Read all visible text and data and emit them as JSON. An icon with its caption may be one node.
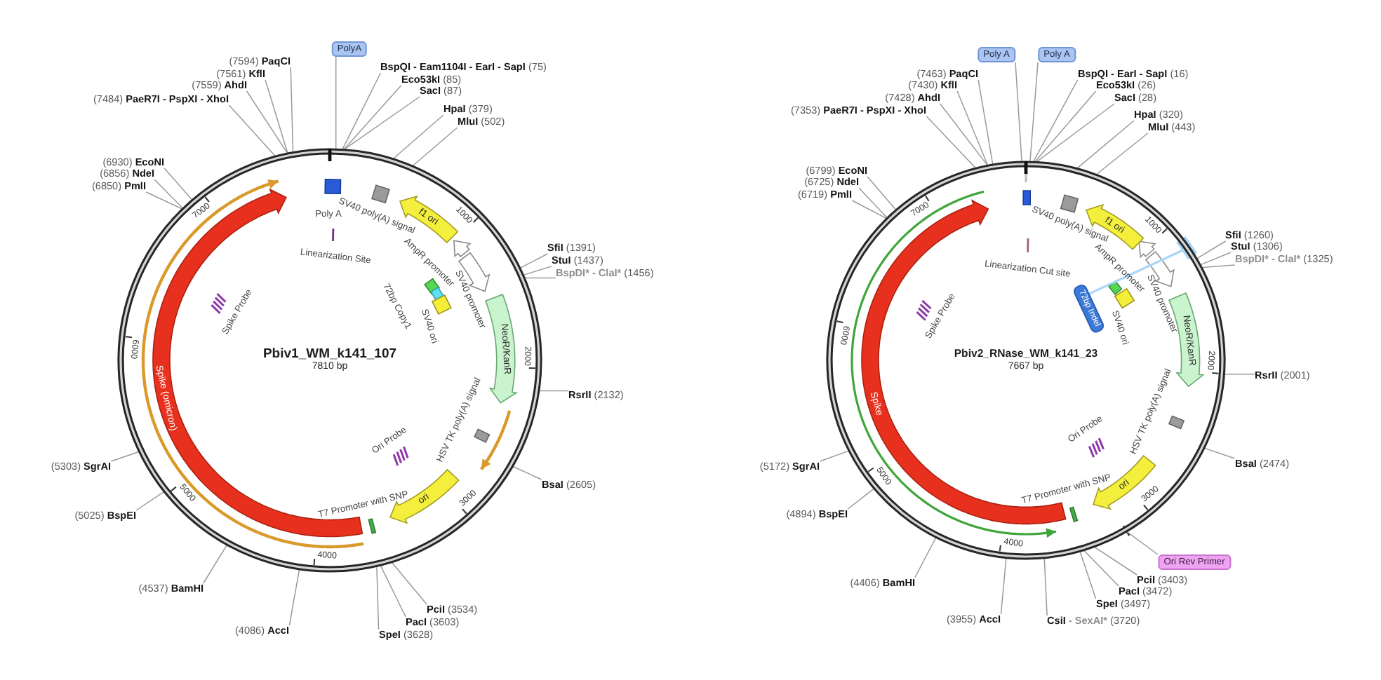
{
  "diagram": {
    "nodes": [
      {
        "text": [
          "Pbiv1_WM_k141_107",
          "7810 bp"
        ]
      },
      {
        "text": [
          "f1 ori"
        ],
        "in": 0
      },
      {
        "text": [
          "NeoR/KanR"
        ],
        "in": 0
      },
      {
        "text": [
          "ori"
        ],
        "in": 0
      },
      {
        "text": [
          "Spike (omicron)"
        ],
        "in": 0
      },
      {
        "text": [
          "PolyA"
        ]
      },
      {
        "text": [
          "(7594)",
          "PaqCI"
        ]
      },
      {
        "text": [
          "(7561)",
          "KflI"
        ]
      },
      {
        "text": [
          "(7559)",
          "AhdI"
        ]
      },
      {
        "text": [
          "(7484)",
          "PaeR7I - PspXI - XhoI"
        ]
      },
      {
        "text": [
          "BspQI - Eam1104I - EarI - SapI",
          "(75)"
        ]
      },
      {
        "text": [
          "Eco53kI",
          "(85)"
        ]
      },
      {
        "text": [
          "SacI",
          "(87)"
        ]
      },
      {
        "text": [
          "HpaI",
          "(379)"
        ]
      },
      {
        "text": [
          "MluI",
          "(502)"
        ]
      },
      {
        "text": [
          "(6930)",
          "EcoNI"
        ]
      },
      {
        "text": [
          "(6856)",
          "NdeI"
        ]
      },
      {
        "text": [
          "(6850)",
          "PmlI"
        ]
      },
      {
        "text": [
          "SfiI",
          "(1391)"
        ]
      },
      {
        "text": [
          "StuI",
          "(1437)"
        ]
      },
      {
        "text": [
          "BspDI* - ClaI*",
          "(1456)"
        ]
      },
      {
        "text": [
          "RsrII",
          "(2132)"
        ]
      },
      {
        "text": [
          "(5303)",
          "SgrAI"
        ]
      },
      {
        "text": [
          "BsaI",
          "(2605)"
        ]
      },
      {
        "text": [
          "(5025)",
          "BspEI"
        ]
      },
      {
        "text": [
          "(4537)",
          "BamHI"
        ]
      },
      {
        "text": [
          "PciI",
          "(3534)"
        ]
      },
      {
        "text": [
          "PacI",
          "(3603)"
        ]
      },
      {
        "text": [
          "SpeI",
          "(3628)"
        ]
      },
      {
        "text": [
          "(4086)",
          "AccI"
        ]
      },
      {
        "text": [
          "Pbiv2_RNase_WM_k141_23",
          "7667 bp"
        ]
      },
      {
        "text": [
          "f1 ori"
        ],
        "in": 30
      },
      {
        "text": [
          "72bp Indel"
        ],
        "in": 30
      },
      {
        "text": [
          "NeoR/KanR"
        ],
        "in": 30
      },
      {
        "text": [
          "ori"
        ],
        "in": 30
      },
      {
        "text": [
          "Spike"
        ],
        "in": 30
      },
      {
        "text": [
          "Poly A"
        ]
      },
      {
        "text": [
          "Poly A"
        ]
      },
      {
        "text": [
          "(7463)",
          "PaqCI"
        ]
      },
      {
        "text": [
          "(7430)",
          "KflI"
        ]
      },
      {
        "text": [
          "(7428)",
          "AhdI"
        ]
      },
      {
        "text": [
          "(7353)",
          "PaeR7I - PspXI - XhoI"
        ]
      },
      {
        "text": [
          "BspQI - EarI - SapI",
          "(16)"
        ]
      },
      {
        "text": [
          "Eco53kI",
          "(26)"
        ]
      },
      {
        "text": [
          "SacI",
          "(28)"
        ]
      },
      {
        "text": [
          "HpaI",
          "(320)"
        ]
      },
      {
        "text": [
          "MluI",
          "(443)"
        ]
      },
      {
        "text": [
          "(6799)",
          "EcoNI"
        ]
      },
      {
        "text": [
          "(6725)",
          "NdeI"
        ]
      },
      {
        "text": [
          "(6719)",
          "PmlI"
        ]
      },
      {
        "text": [
          "SfiI",
          "(1260)"
        ]
      },
      {
        "text": [
          "StuI",
          "(1306)"
        ]
      },
      {
        "text": [
          "BspDI* - ClaI*",
          "(1325)"
        ]
      },
      {
        "text": [
          "RsrII",
          "(2001)"
        ]
      },
      {
        "text": [
          "(5172)",
          "SgrAI"
        ]
      },
      {
        "text": [
          "BsaI",
          "(2474)"
        ]
      },
      {
        "text": [
          "(4894)",
          "BspEI"
        ]
      },
      {
        "text": [
          "Ori Rev Primer"
        ]
      },
      {
        "text": [
          "(4406)",
          "BamHI"
        ]
      },
      {
        "text": [
          "PciI",
          "(3403)"
        ]
      },
      {
        "text": [
          "PacI",
          "(3472)"
        ]
      },
      {
        "text": [
          "SpeI",
          "(3497)"
        ]
      },
      {
        "text": [
          "CsiI",
          "- SexAI*",
          "(3720)"
        ]
      },
      {
        "text": [
          "(3955)",
          "AccI"
        ]
      }
    ],
    "edges": [
      {
        "from": 5,
        "to": 0,
        "arrow": "none"
      },
      {
        "from": 6,
        "to": 0,
        "arrow": "none"
      },
      {
        "from": 7,
        "to": 0,
        "arrow": "none"
      },
      {
        "from": 8,
        "to": 0,
        "arrow": "none"
      },
      {
        "from": 9,
        "to": 0,
        "arrow": "none"
      },
      {
        "from": 10,
        "to": 0,
        "arrow": "none"
      },
      {
        "from": 11,
        "to": 0,
        "arrow": "none"
      },
      {
        "from": 12,
        "to": 0,
        "arrow": "none"
      },
      {
        "from": 13,
        "to": 0,
        "arrow": "none"
      },
      {
        "from": 14,
        "to": 0,
        "arrow": "none"
      },
      {
        "from": 15,
        "to": 0,
        "arrow": "none"
      },
      {
        "from": 16,
        "to": 0,
        "arrow": "none"
      },
      {
        "from": 17,
        "to": 0,
        "arrow": "none"
      },
      {
        "from": 18,
        "to": 0,
        "arrow": "none"
      },
      {
        "from": 19,
        "to": 0,
        "arrow": "none"
      },
      {
        "from": 20,
        "to": 0,
        "arrow": "none"
      },
      {
        "from": 21,
        "to": 0,
        "arrow": "none"
      },
      {
        "from": 22,
        "to": 0,
        "arrow": "none"
      },
      {
        "from": 23,
        "to": 0,
        "arrow": "none"
      },
      {
        "from": 24,
        "to": 0,
        "arrow": "none"
      },
      {
        "from": 25,
        "to": 0,
        "arrow": "none"
      },
      {
        "from": 26,
        "to": 0,
        "arrow": "none"
      },
      {
        "from": 27,
        "to": 0,
        "arrow": "none"
      },
      {
        "from": 28,
        "to": 0,
        "arrow": "none"
      },
      {
        "from": 29,
        "to": 0,
        "arrow": "none"
      },
      {
        "from": 32,
        "to": 30,
        "arrow": "none",
        "color": "#a9d5f7"
      },
      {
        "from": 36,
        "to": 30,
        "arrow": "none"
      },
      {
        "from": 37,
        "to": 30,
        "arrow": "none"
      },
      {
        "from": 38,
        "to": 30,
        "arrow": "none"
      },
      {
        "from": 39,
        "to": 30,
        "arrow": "none"
      },
      {
        "from": 40,
        "to": 30,
        "arrow": "none"
      },
      {
        "from": 41,
        "to": 30,
        "arrow": "none"
      },
      {
        "from": 42,
        "to": 30,
        "arrow": "none"
      },
      {
        "from": 43,
        "to": 30,
        "arrow": "none"
      },
      {
        "from": 44,
        "to": 30,
        "arrow": "none"
      },
      {
        "from": 45,
        "to": 30,
        "arrow": "none"
      },
      {
        "from": 46,
        "to": 30,
        "arrow": "none"
      },
      {
        "from": 47,
        "to": 30,
        "arrow": "none"
      },
      {
        "from": 48,
        "to": 30,
        "arrow": "none"
      },
      {
        "from": 49,
        "to": 30,
        "arrow": "none"
      },
      {
        "from": 50,
        "to": 30,
        "arrow": "none"
      },
      {
        "from": 51,
        "to": 30,
        "arrow": "none"
      },
      {
        "from": 52,
        "to": 30,
        "arrow": "none"
      },
      {
        "from": 53,
        "to": 30,
        "arrow": "none"
      },
      {
        "from": 54,
        "to": 30,
        "arrow": "none"
      },
      {
        "from": 55,
        "to": 30,
        "arrow": "none"
      },
      {
        "from": 56,
        "to": 30,
        "arrow": "none"
      },
      {
        "from": 57,
        "to": 30,
        "arrow": "none"
      },
      {
        "from": 58,
        "to": 30,
        "arrow": "none"
      },
      {
        "from": 59,
        "to": 30,
        "arrow": "none"
      },
      {
        "from": 60,
        "to": 30,
        "arrow": "none"
      },
      {
        "from": 61,
        "to": 30,
        "arrow": "none"
      },
      {
        "from": 62,
        "to": 30,
        "arrow": "none"
      },
      {
        "from": 63,
        "to": 30,
        "arrow": "none"
      }
    ],
    "labels": [
      "Poly A",
      "SV40 poly(A) signal",
      "1000",
      "7000",
      "AmpR promoter",
      "Linearization Site",
      "SV40 promoter",
      "72bp Copy1",
      "Spike Probe",
      "SV40 ori",
      "6000",
      "2000",
      "HSV TK poly(A) signal",
      "Ori Probe",
      "5000",
      "3000",
      "T7 Promoter with SNP",
      "4000",
      "SV40 poly(A) signal",
      "1000",
      "7000",
      "AmpR promoter",
      "Linearization Cut site",
      "SV40 promoter",
      "Spike Probe",
      "SV40 ori",
      "6000",
      "2000",
      "HSV TK poly(A) signal",
      "Ori Probe",
      "5000",
      "3000",
      "T7 Promoter with SNP",
      "4000"
    ]
  }
}
